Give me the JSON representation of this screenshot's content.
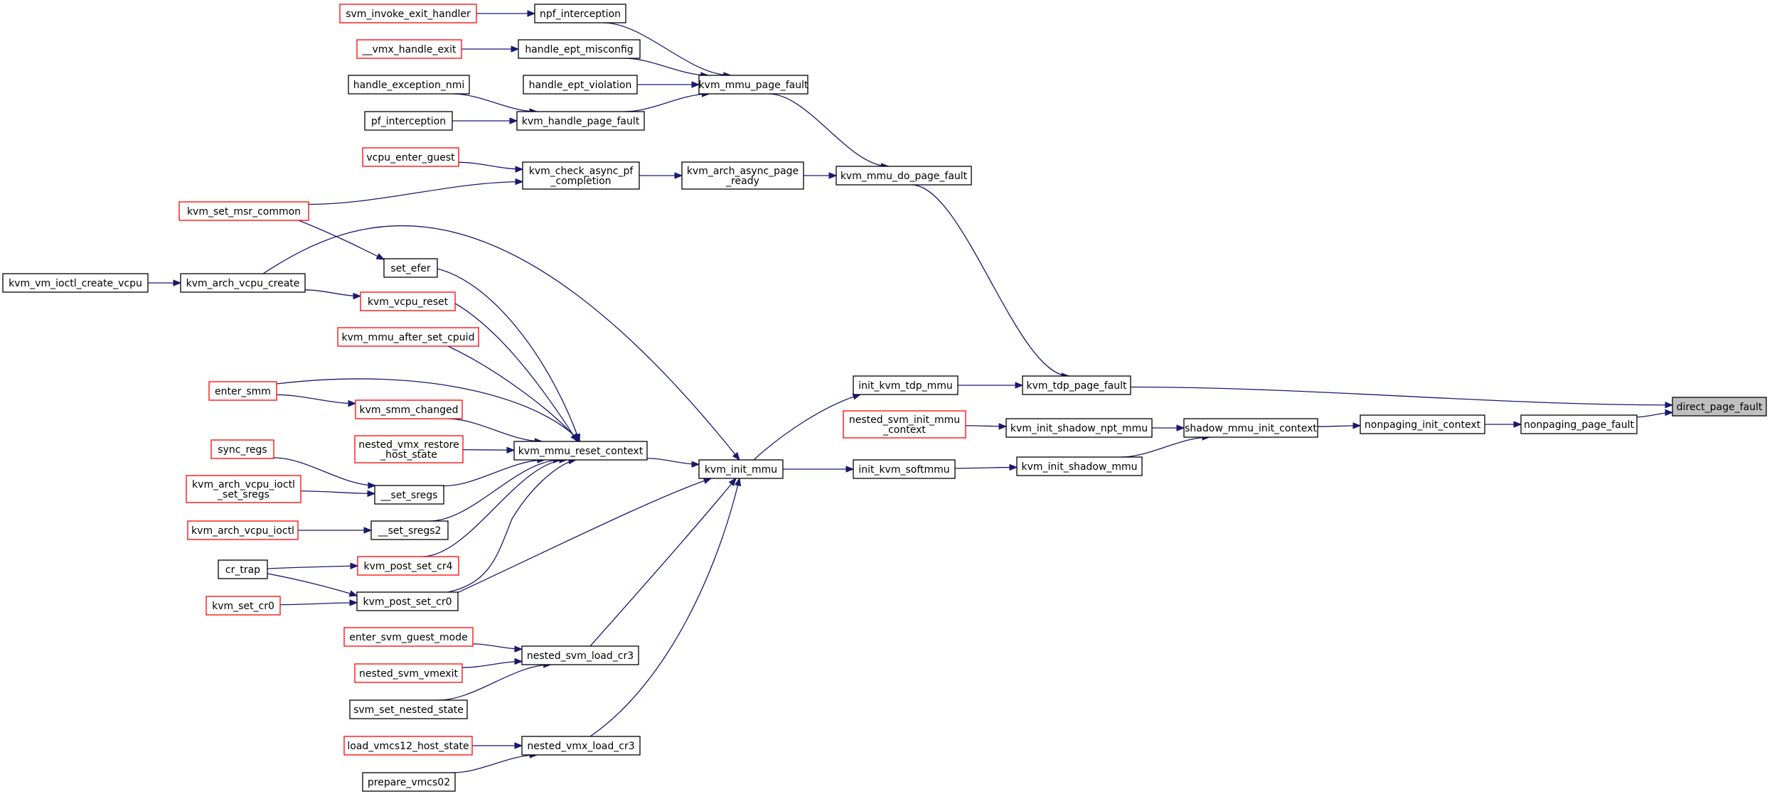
{
  "colors": {
    "edge": "#191970",
    "border_default": "#000000",
    "border_truncated": "#ff0000",
    "highlight_fill": "#bfbfbf",
    "background": "#ffffff"
  },
  "nodes": {
    "direct_page_fault": {
      "lines": [
        "direct_page_fault"
      ],
      "style": "highlight"
    },
    "kvm_tdp_page_fault": {
      "lines": [
        "kvm_tdp_page_fault"
      ],
      "style": "default"
    },
    "nonpaging_page_fault": {
      "lines": [
        "nonpaging_page_fault"
      ],
      "style": "default"
    },
    "kvm_mmu_do_page_fault": {
      "lines": [
        "kvm_mmu_do_page_fault"
      ],
      "style": "default"
    },
    "init_kvm_tdp_mmu": {
      "lines": [
        "init_kvm_tdp_mmu"
      ],
      "style": "default"
    },
    "nonpaging_init_context": {
      "lines": [
        "nonpaging_init_context"
      ],
      "style": "default"
    },
    "kvm_mmu_page_fault": {
      "lines": [
        "kvm_mmu_page_fault"
      ],
      "style": "default"
    },
    "kvm_arch_async_page_ready": {
      "lines": [
        "kvm_arch_async_page",
        "_ready"
      ],
      "style": "default"
    },
    "npf_interception": {
      "lines": [
        "npf_interception"
      ],
      "style": "default"
    },
    "handle_ept_misconfig": {
      "lines": [
        "handle_ept_misconfig"
      ],
      "style": "default"
    },
    "handle_ept_violation": {
      "lines": [
        "handle_ept_violation"
      ],
      "style": "default"
    },
    "kvm_handle_page_fault": {
      "lines": [
        "kvm_handle_page_fault"
      ],
      "style": "default"
    },
    "svm_invoke_exit_handler": {
      "lines": [
        "svm_invoke_exit_handler"
      ],
      "style": "truncated"
    },
    "vmx_handle_exit": {
      "lines": [
        "__vmx_handle_exit"
      ],
      "style": "truncated"
    },
    "handle_exception_nmi": {
      "lines": [
        "handle_exception_nmi"
      ],
      "style": "default"
    },
    "pf_interception": {
      "lines": [
        "pf_interception"
      ],
      "style": "default"
    },
    "kvm_check_async_pf_completion": {
      "lines": [
        "kvm_check_async_pf",
        "_completion"
      ],
      "style": "default"
    },
    "vcpu_enter_guest": {
      "lines": [
        "vcpu_enter_guest"
      ],
      "style": "truncated"
    },
    "kvm_set_msr_common": {
      "lines": [
        "kvm_set_msr_common"
      ],
      "style": "truncated"
    },
    "kvm_init_mmu": {
      "lines": [
        "kvm_init_mmu"
      ],
      "style": "default"
    },
    "shadow_mmu_init_context": {
      "lines": [
        "shadow_mmu_init_context"
      ],
      "style": "default"
    },
    "kvm_init_shadow_npt_mmu": {
      "lines": [
        "kvm_init_shadow_npt_mmu"
      ],
      "style": "default"
    },
    "kvm_init_shadow_mmu": {
      "lines": [
        "kvm_init_shadow_mmu"
      ],
      "style": "default"
    },
    "nested_svm_init_mmu_context": {
      "lines": [
        "nested_svm_init_mmu",
        "_context"
      ],
      "style": "truncated"
    },
    "init_kvm_softmmu": {
      "lines": [
        "init_kvm_softmmu"
      ],
      "style": "default"
    },
    "kvm_mmu_reset_context": {
      "lines": [
        "kvm_mmu_reset_context"
      ],
      "style": "default"
    },
    "kvm_arch_vcpu_create": {
      "lines": [
        "kvm_arch_vcpu_create"
      ],
      "style": "default"
    },
    "kvm_post_set_cr0": {
      "lines": [
        "kvm_post_set_cr0"
      ],
      "style": "default"
    },
    "nested_svm_load_cr3": {
      "lines": [
        "nested_svm_load_cr3"
      ],
      "style": "default"
    },
    "nested_vmx_load_cr3": {
      "lines": [
        "nested_vmx_load_cr3"
      ],
      "style": "default"
    },
    "kvm_vm_ioctl_create_vcpu": {
      "lines": [
        "kvm_vm_ioctl_create_vcpu"
      ],
      "style": "default"
    },
    "set_efer": {
      "lines": [
        "set_efer"
      ],
      "style": "default"
    },
    "kvm_vcpu_reset": {
      "lines": [
        "kvm_vcpu_reset"
      ],
      "style": "truncated"
    },
    "kvm_mmu_after_set_cpuid": {
      "lines": [
        "kvm_mmu_after_set_cpuid"
      ],
      "style": "truncated"
    },
    "enter_smm": {
      "lines": [
        "enter_smm"
      ],
      "style": "truncated"
    },
    "kvm_smm_changed": {
      "lines": [
        "kvm_smm_changed"
      ],
      "style": "truncated"
    },
    "nested_vmx_restore_host_state": {
      "lines": [
        "nested_vmx_restore",
        "_host_state"
      ],
      "style": "truncated"
    },
    "sync_regs": {
      "lines": [
        "sync_regs"
      ],
      "style": "truncated"
    },
    "set_sregs": {
      "lines": [
        "__set_sregs"
      ],
      "style": "default"
    },
    "kvm_arch_vcpu_ioctl_set_sregs": {
      "lines": [
        "kvm_arch_vcpu_ioctl",
        "_set_sregs"
      ],
      "style": "truncated"
    },
    "set_sregs2": {
      "lines": [
        "__set_sregs2"
      ],
      "style": "default"
    },
    "kvm_arch_vcpu_ioctl": {
      "lines": [
        "kvm_arch_vcpu_ioctl"
      ],
      "style": "truncated"
    },
    "kvm_post_set_cr4": {
      "lines": [
        "kvm_post_set_cr4"
      ],
      "style": "truncated"
    },
    "cr_trap": {
      "lines": [
        "cr_trap"
      ],
      "style": "default"
    },
    "kvm_set_cr0": {
      "lines": [
        "kvm_set_cr0"
      ],
      "style": "truncated"
    },
    "enter_svm_guest_mode": {
      "lines": [
        "enter_svm_guest_mode"
      ],
      "style": "truncated"
    },
    "nested_svm_vmexit": {
      "lines": [
        "nested_svm_vmexit"
      ],
      "style": "truncated"
    },
    "svm_set_nested_state": {
      "lines": [
        "svm_set_nested_state"
      ],
      "style": "default"
    },
    "load_vmcs12_host_state": {
      "lines": [
        "load_vmcs12_host_state"
      ],
      "style": "truncated"
    },
    "prepare_vmcs02": {
      "lines": [
        "prepare_vmcs02"
      ],
      "style": "default"
    }
  },
  "edges": [
    [
      "kvm_tdp_page_fault",
      "direct_page_fault"
    ],
    [
      "nonpaging_page_fault",
      "direct_page_fault"
    ],
    [
      "kvm_mmu_do_page_fault",
      "kvm_tdp_page_fault"
    ],
    [
      "init_kvm_tdp_mmu",
      "kvm_tdp_page_fault"
    ],
    [
      "nonpaging_init_context",
      "nonpaging_page_fault"
    ],
    [
      "kvm_mmu_page_fault",
      "kvm_mmu_do_page_fault"
    ],
    [
      "kvm_arch_async_page_ready",
      "kvm_mmu_do_page_fault"
    ],
    [
      "npf_interception",
      "kvm_mmu_page_fault"
    ],
    [
      "handle_ept_misconfig",
      "kvm_mmu_page_fault"
    ],
    [
      "handle_ept_violation",
      "kvm_mmu_page_fault"
    ],
    [
      "kvm_handle_page_fault",
      "kvm_mmu_page_fault"
    ],
    [
      "svm_invoke_exit_handler",
      "npf_interception"
    ],
    [
      "vmx_handle_exit",
      "handle_ept_misconfig"
    ],
    [
      "handle_exception_nmi",
      "kvm_handle_page_fault"
    ],
    [
      "pf_interception",
      "kvm_handle_page_fault"
    ],
    [
      "kvm_check_async_pf_completion",
      "kvm_arch_async_page_ready"
    ],
    [
      "vcpu_enter_guest",
      "kvm_check_async_pf_completion"
    ],
    [
      "kvm_set_msr_common",
      "kvm_check_async_pf_completion"
    ],
    [
      "kvm_set_msr_common",
      "set_efer"
    ],
    [
      "kvm_init_mmu",
      "init_kvm_tdp_mmu"
    ],
    [
      "shadow_mmu_init_context",
      "nonpaging_init_context"
    ],
    [
      "kvm_init_shadow_npt_mmu",
      "shadow_mmu_init_context"
    ],
    [
      "kvm_init_shadow_mmu",
      "shadow_mmu_init_context"
    ],
    [
      "nested_svm_init_mmu_context",
      "kvm_init_shadow_npt_mmu"
    ],
    [
      "init_kvm_softmmu",
      "kvm_init_shadow_mmu"
    ],
    [
      "kvm_init_mmu",
      "init_kvm_softmmu"
    ],
    [
      "kvm_mmu_reset_context",
      "kvm_init_mmu"
    ],
    [
      "kvm_arch_vcpu_create",
      "kvm_init_mmu"
    ],
    [
      "kvm_post_set_cr0",
      "kvm_init_mmu"
    ],
    [
      "nested_svm_load_cr3",
      "kvm_init_mmu"
    ],
    [
      "nested_vmx_load_cr3",
      "kvm_init_mmu"
    ],
    [
      "kvm_vm_ioctl_create_vcpu",
      "kvm_arch_vcpu_create"
    ],
    [
      "set_efer",
      "kvm_mmu_reset_context"
    ],
    [
      "kvm_arch_vcpu_create",
      "kvm_vcpu_reset"
    ],
    [
      "kvm_vcpu_reset",
      "kvm_mmu_reset_context"
    ],
    [
      "kvm_mmu_after_set_cpuid",
      "kvm_mmu_reset_context"
    ],
    [
      "enter_smm",
      "kvm_mmu_reset_context"
    ],
    [
      "enter_smm",
      "kvm_smm_changed"
    ],
    [
      "kvm_smm_changed",
      "kvm_mmu_reset_context"
    ],
    [
      "nested_vmx_restore_host_state",
      "kvm_mmu_reset_context"
    ],
    [
      "set_sregs",
      "kvm_mmu_reset_context"
    ],
    [
      "set_sregs2",
      "kvm_mmu_reset_context"
    ],
    [
      "kvm_post_set_cr4",
      "kvm_mmu_reset_context"
    ],
    [
      "kvm_post_set_cr0",
      "kvm_mmu_reset_context"
    ],
    [
      "sync_regs",
      "set_sregs"
    ],
    [
      "kvm_arch_vcpu_ioctl_set_sregs",
      "set_sregs"
    ],
    [
      "kvm_arch_vcpu_ioctl",
      "set_sregs2"
    ],
    [
      "cr_trap",
      "kvm_post_set_cr4"
    ],
    [
      "cr_trap",
      "kvm_post_set_cr0"
    ],
    [
      "kvm_set_cr0",
      "kvm_post_set_cr0"
    ],
    [
      "enter_svm_guest_mode",
      "nested_svm_load_cr3"
    ],
    [
      "nested_svm_vmexit",
      "nested_svm_load_cr3"
    ],
    [
      "svm_set_nested_state",
      "nested_svm_load_cr3"
    ],
    [
      "load_vmcs12_host_state",
      "nested_vmx_load_cr3"
    ],
    [
      "prepare_vmcs02",
      "nested_vmx_load_cr3"
    ]
  ]
}
